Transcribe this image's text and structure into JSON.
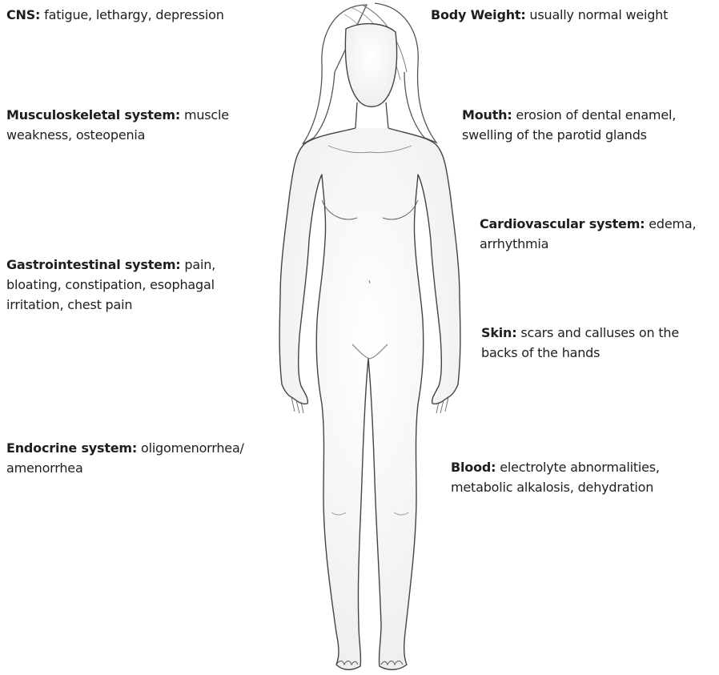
{
  "annotations": {
    "cns": {
      "term": "CNS:",
      "desc": " fatigue, lethargy, depression"
    },
    "musculo": {
      "term": "Musculoskeletal system:",
      "desc": " muscle weakness, osteopenia"
    },
    "gi": {
      "term": "Gastrointestinal system:",
      "desc": " pain, bloating, constipation, esophagal irritation, chest pain"
    },
    "endocrine": {
      "term": "Endocrine system:",
      "desc": " oligomenorrhea/ amenorrhea"
    },
    "body_weight": {
      "term": "Body Weight:",
      "desc": " usually normal weight"
    },
    "mouth": {
      "term": "Mouth:",
      "desc": " erosion of dental enamel, swelling of the parotid glands"
    },
    "cardio": {
      "term": "Cardiovascular system:",
      "desc": " edema, arrhythmia"
    },
    "skin": {
      "term": "Skin:",
      "desc": " scars and calluses on the backs of the hands"
    },
    "blood": {
      "term": "Blood:",
      "desc": " electrolyte abnormalities, metabolic alkalosis, dehydration"
    }
  },
  "colors": {
    "text": "#1e1e1e",
    "outline": "#4a4a4a",
    "hair": "#5a5a5a",
    "shade": "#ececec"
  }
}
